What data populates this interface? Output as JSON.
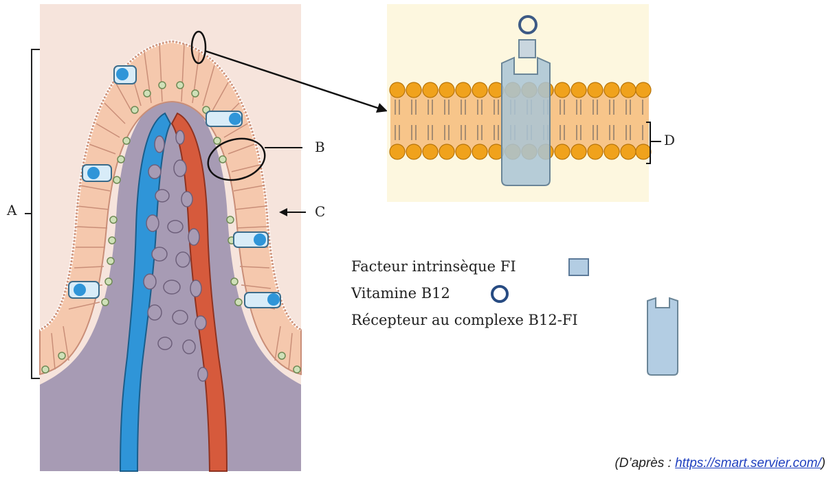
{
  "labels": {
    "a": "A",
    "b": "B",
    "c": "C",
    "d": "D"
  },
  "legend": {
    "fi": "Facteur intrinsèque FI",
    "b12": "Vitamine B12",
    "receptor": "Récepteur au complexe B12-FI"
  },
  "source": {
    "prefix": "(D’après  : ",
    "link": "https://smart.servier.com/",
    "suffix": ")"
  },
  "colors": {
    "tissue_bg": "#f6e4dc",
    "lamina": "#a79bb4",
    "cell": "#f5c8ad",
    "vein": "#2f95d8",
    "artery": "#d65a3c",
    "membrane_band": "#f7c58a",
    "phospholipid_head": "#f0a21c",
    "protein": "#a9c4d6",
    "panel_bg": "#fdf7df"
  }
}
